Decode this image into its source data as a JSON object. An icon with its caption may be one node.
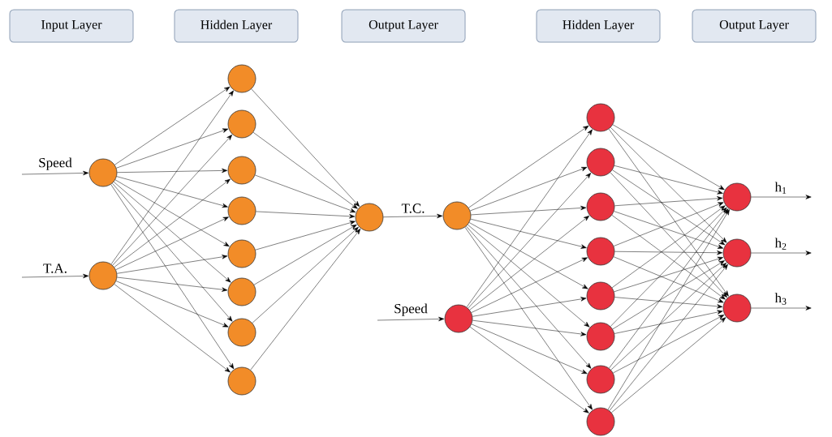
{
  "diagram": {
    "nodes": [
      {
        "text": [
          "Input Layer"
        ]
      },
      {
        "text": [
          "Hidden Layer"
        ]
      },
      {
        "text": [
          "Output Layer"
        ]
      },
      {
        "text": [
          "Hidden Layer"
        ]
      },
      {
        "text": [
          "Output Layer"
        ]
      },
      {
        "text": [],
        "shape": "circle"
      },
      {
        "text": [],
        "shape": "circle"
      },
      {
        "text": [],
        "shape": "circle"
      },
      {
        "text": [],
        "shape": "circle"
      },
      {
        "text": [],
        "shape": "circle"
      },
      {
        "text": [],
        "shape": "circle"
      },
      {
        "text": [],
        "shape": "circle"
      },
      {
        "text": [],
        "shape": "circle"
      },
      {
        "text": [],
        "shape": "circle"
      },
      {
        "text": [],
        "shape": "circle"
      },
      {
        "text": [],
        "shape": "circle"
      },
      {
        "text": [],
        "shape": "circle"
      },
      {
        "text": [],
        "shape": "circle"
      },
      {
        "text": [],
        "shape": "circle"
      },
      {
        "text": [],
        "shape": "circle"
      },
      {
        "text": [],
        "shape": "circle"
      },
      {
        "text": [],
        "shape": "circle"
      },
      {
        "text": [],
        "shape": "circle"
      },
      {
        "text": [],
        "shape": "circle"
      },
      {
        "text": [],
        "shape": "circle"
      },
      {
        "text": [],
        "shape": "circle"
      },
      {
        "text": [],
        "shape": "circle"
      },
      {
        "text": [],
        "shape": "circle"
      },
      {
        "text": [],
        "shape": "circle"
      }
    ],
    "edges": [
      {
        "from": null,
        "to": 5,
        "arrow": "to",
        "label": "Speed"
      },
      {
        "from": null,
        "to": 6,
        "arrow": "to",
        "label": "T.A."
      },
      {
        "from": 5,
        "to": 7,
        "arrow": "to"
      },
      {
        "from": 5,
        "to": 8,
        "arrow": "to"
      },
      {
        "from": 5,
        "to": 9,
        "arrow": "to"
      },
      {
        "from": 5,
        "to": 10,
        "arrow": "to"
      },
      {
        "from": 5,
        "to": 11,
        "arrow": "to"
      },
      {
        "from": 5,
        "to": 12,
        "arrow": "to"
      },
      {
        "from": 5,
        "to": 13,
        "arrow": "to"
      },
      {
        "from": 5,
        "to": 14,
        "arrow": "to"
      },
      {
        "from": 6,
        "to": 7,
        "arrow": "to"
      },
      {
        "from": 6,
        "to": 8,
        "arrow": "to"
      },
      {
        "from": 6,
        "to": 9,
        "arrow": "to"
      },
      {
        "from": 6,
        "to": 10,
        "arrow": "to"
      },
      {
        "from": 6,
        "to": 11,
        "arrow": "to"
      },
      {
        "from": 6,
        "to": 12,
        "arrow": "to"
      },
      {
        "from": 6,
        "to": 13,
        "arrow": "to"
      },
      {
        "from": 6,
        "to": 14,
        "arrow": "to"
      },
      {
        "from": 7,
        "to": 15,
        "arrow": "to"
      },
      {
        "from": 8,
        "to": 15,
        "arrow": "to"
      },
      {
        "from": 9,
        "to": 15,
        "arrow": "to"
      },
      {
        "from": 10,
        "to": 15,
        "arrow": "to"
      },
      {
        "from": 11,
        "to": 15,
        "arrow": "to"
      },
      {
        "from": 12,
        "to": 15,
        "arrow": "to"
      },
      {
        "from": 13,
        "to": 15,
        "arrow": "to"
      },
      {
        "from": 14,
        "to": 15,
        "arrow": "to"
      },
      {
        "from": 15,
        "to": 16,
        "arrow": "to",
        "label": "T.C."
      },
      {
        "from": null,
        "to": 17,
        "arrow": "to",
        "label": "Speed"
      },
      {
        "from": 16,
        "to": 18,
        "arrow": "to"
      },
      {
        "from": 16,
        "to": 19,
        "arrow": "to"
      },
      {
        "from": 16,
        "to": 20,
        "arrow": "to"
      },
      {
        "from": 16,
        "to": 21,
        "arrow": "to"
      },
      {
        "from": 16,
        "to": 22,
        "arrow": "to"
      },
      {
        "from": 16,
        "to": 23,
        "arrow": "to"
      },
      {
        "from": 16,
        "to": 24,
        "arrow": "to"
      },
      {
        "from": 16,
        "to": 25,
        "arrow": "to"
      },
      {
        "from": 17,
        "to": 18,
        "arrow": "to"
      },
      {
        "from": 17,
        "to": 19,
        "arrow": "to"
      },
      {
        "from": 17,
        "to": 20,
        "arrow": "to"
      },
      {
        "from": 17,
        "to": 21,
        "arrow": "to"
      },
      {
        "from": 17,
        "to": 22,
        "arrow": "to"
      },
      {
        "from": 17,
        "to": 23,
        "arrow": "to"
      },
      {
        "from": 17,
        "to": 24,
        "arrow": "to"
      },
      {
        "from": 17,
        "to": 25,
        "arrow": "to"
      },
      {
        "from": 18,
        "to": 26,
        "arrow": "to"
      },
      {
        "from": 18,
        "to": 27,
        "arrow": "to"
      },
      {
        "from": 18,
        "to": 28,
        "arrow": "to"
      },
      {
        "from": 19,
        "to": 26,
        "arrow": "to"
      },
      {
        "from": 19,
        "to": 27,
        "arrow": "to"
      },
      {
        "from": 19,
        "to": 28,
        "arrow": "to"
      },
      {
        "from": 20,
        "to": 26,
        "arrow": "to"
      },
      {
        "from": 20,
        "to": 27,
        "arrow": "to"
      },
      {
        "from": 20,
        "to": 28,
        "arrow": "to"
      },
      {
        "from": 21,
        "to": 26,
        "arrow": "to"
      },
      {
        "from": 21,
        "to": 27,
        "arrow": "to"
      },
      {
        "from": 21,
        "to": 28,
        "arrow": "to"
      },
      {
        "from": 22,
        "to": 26,
        "arrow": "to"
      },
      {
        "from": 22,
        "to": 27,
        "arrow": "to"
      },
      {
        "from": 22,
        "to": 28,
        "arrow": "to"
      },
      {
        "from": 23,
        "to": 26,
        "arrow": "to"
      },
      {
        "from": 23,
        "to": 27,
        "arrow": "to"
      },
      {
        "from": 23,
        "to": 28,
        "arrow": "to"
      },
      {
        "from": 24,
        "to": 26,
        "arrow": "to"
      },
      {
        "from": 24,
        "to": 27,
        "arrow": "to"
      },
      {
        "from": 24,
        "to": 28,
        "arrow": "to"
      },
      {
        "from": 25,
        "to": 26,
        "arrow": "to"
      },
      {
        "from": 25,
        "to": 27,
        "arrow": "to"
      },
      {
        "from": 25,
        "to": 28,
        "arrow": "to"
      },
      {
        "from": 26,
        "to": null,
        "arrow": "to",
        "label": "h$_{1}$"
      },
      {
        "from": 27,
        "to": null,
        "arrow": "to",
        "label": "h$_{2}$"
      },
      {
        "from": 28,
        "to": null,
        "arrow": "to",
        "label": "h$_{3}$"
      }
    ]
  }
}
